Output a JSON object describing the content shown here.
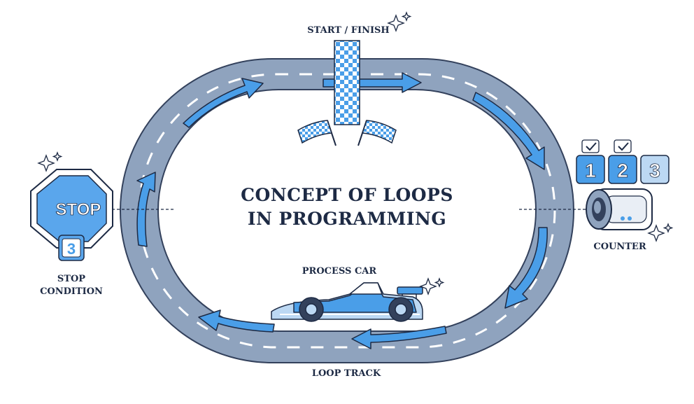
{
  "diagram": {
    "title_line1": "CONCEPT OF LOOPS",
    "title_line2": "IN PROGRAMMING",
    "start_finish_label": "START / FINISH",
    "process_car_label": "PROCESS CAR",
    "loop_track_label": "LOOP TRACK",
    "counter_label": "COUNTER",
    "stop_condition_label_line1": "STOP",
    "stop_condition_label_line2": "CONDITION",
    "stop_sign_text": "STOP",
    "stop_value": "3",
    "counter_digits": [
      "1",
      "2",
      "3"
    ]
  },
  "colors": {
    "track": "#8fa3be",
    "track_outline": "#33415c",
    "arrow_blue": "#4a9ee8",
    "light_blue": "#bcd8f3",
    "dark_ink": "#1d2a44",
    "sign_blue": "#5aa6ec"
  },
  "icons": [
    "checkered-flag-icon",
    "race-car-icon",
    "stop-sign-icon",
    "counter-icon",
    "checkmark-icon",
    "sparkle-icon"
  ]
}
